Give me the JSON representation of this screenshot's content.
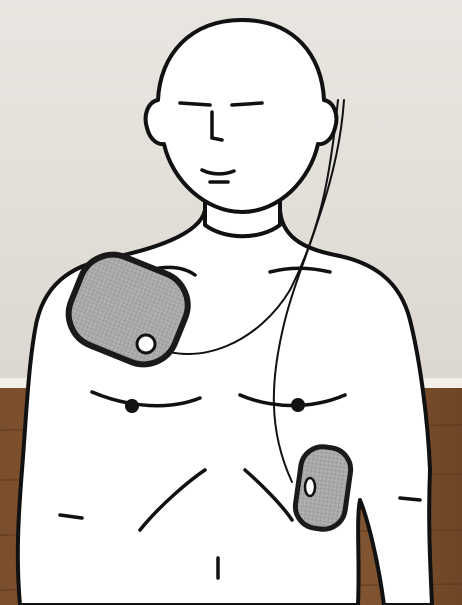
{
  "colors": {
    "wall": "#e6e2dc",
    "floor": "#8a5a34",
    "skin": "#ffffff",
    "outline": "#111111",
    "pad": "#a9a9a9",
    "pad_border": "#1a1a1a",
    "connector": "#ffffff"
  },
  "figure": {
    "subject": "torso-outline",
    "pads": [
      {
        "name": "upper-right-chest-pad",
        "color": "#a9a9a9"
      },
      {
        "name": "lower-left-side-pad",
        "color": "#a9a9a9"
      }
    ],
    "wires": 2
  }
}
